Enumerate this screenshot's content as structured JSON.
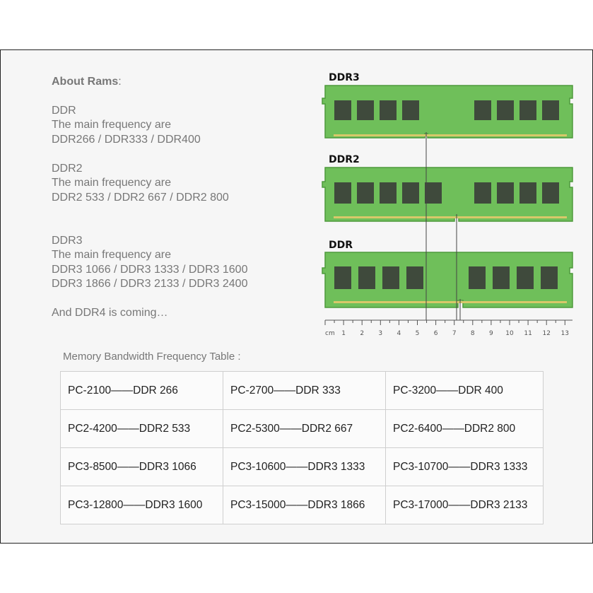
{
  "about": {
    "title": "About Rams",
    "colon": ":",
    "ddr": {
      "name": "DDR",
      "freq_label": "The main frequency are",
      "freq_lines": [
        "DDR266 / DDR333 / DDR400"
      ]
    },
    "ddr2": {
      "name": "DDR2",
      "freq_label": "The main frequency are",
      "freq_lines": [
        "DDR2 533 / DDR2 667 / DDR2 800"
      ]
    },
    "ddr3": {
      "name": "DDR3",
      "freq_label": "The main frequency are",
      "freq_lines": [
        "DDR3 1066 / DDR3 1333 / DDR3 1600",
        "DDR3 1866 / DDR3 2133 / DDR3 2400"
      ]
    },
    "footer": "And DDR4 is coming…"
  },
  "diagram": {
    "modules": [
      "DDR3",
      "DDR2",
      "DDR"
    ],
    "ruler_unit": "cm",
    "ruler_ticks": [
      "1",
      "2",
      "3",
      "4",
      "5",
      "6",
      "7",
      "8",
      "9",
      "10",
      "11",
      "12",
      "13"
    ],
    "colors": {
      "pcb": "#6fbf5a",
      "pcb_edge": "#4e9a3c",
      "chip": "#3c3c3c",
      "contacts": "#d8c86a"
    }
  },
  "table": {
    "caption": "Memory Bandwidth Frequency Table :",
    "rows": [
      [
        "PC-2100——DDR 266",
        "PC-2700——DDR 333",
        "PC-3200——DDR 400"
      ],
      [
        "PC2-4200——DDR2 533",
        "PC2-5300——DDR2 667",
        "PC2-6400——DDR2 800"
      ],
      [
        "PC3-8500——DDR3 1066",
        "PC3-10600——DDR3 1333",
        "PC3-10700——DDR3 1333"
      ],
      [
        "PC3-12800——DDR3 1600",
        "PC3-15000——DDR3 1866",
        "PC3-17000——DDR3 2133"
      ]
    ]
  }
}
